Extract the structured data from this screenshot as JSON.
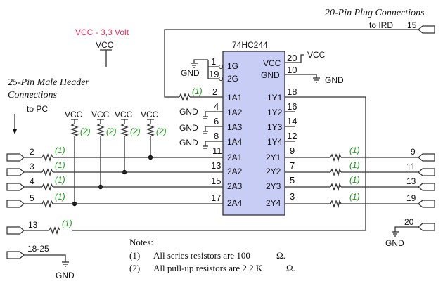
{
  "titles": {
    "plug": "20-Pin Plug Connections",
    "to_ird": "to IRD",
    "header_line1": "25-Pin Male Header",
    "header_line2": "Connections",
    "to_pc": "to PC",
    "supply": "VCC - 3,3 Volt",
    "supply_vcc": "VCC"
  },
  "chip": {
    "name": "74HC244",
    "left_pins": [
      {
        "num": "1",
        "label": "1G"
      },
      {
        "num": "19",
        "label": "2G"
      },
      {
        "num": "2",
        "label": "1A1"
      },
      {
        "num": "4",
        "label": "1A2"
      },
      {
        "num": "6",
        "label": "1A3"
      },
      {
        "num": "8",
        "label": "1A4"
      },
      {
        "num": "11",
        "label": "2A1"
      },
      {
        "num": "13",
        "label": "2A2"
      },
      {
        "num": "15",
        "label": "2A3"
      },
      {
        "num": "17",
        "label": "2A4"
      }
    ],
    "right_pins": [
      {
        "num": "20",
        "label": "VCC"
      },
      {
        "num": "10",
        "label": "GND"
      },
      {
        "num": "18",
        "label": "1Y1"
      },
      {
        "num": "16",
        "label": "1Y2"
      },
      {
        "num": "14",
        "label": "1Y3"
      },
      {
        "num": "12",
        "label": "1Y4"
      },
      {
        "num": "9",
        "label": "2Y1"
      },
      {
        "num": "7",
        "label": "2Y2"
      },
      {
        "num": "5",
        "label": "2Y3"
      },
      {
        "num": "3",
        "label": "2Y4"
      }
    ],
    "vcc_label": "VCC",
    "gnd_label": "GND"
  },
  "pc_connector": {
    "pins": [
      "2",
      "3",
      "4",
      "5",
      "13",
      "18-25"
    ],
    "gnd": "GND"
  },
  "ird_connector": {
    "pins": [
      "15",
      "9",
      "11",
      "13",
      "19",
      "20"
    ],
    "gnd": "GND"
  },
  "pullups": {
    "vcc": "VCC",
    "tag": "(2)"
  },
  "series_tag": "(1)",
  "gnd_label": "GND",
  "notes": {
    "title": "Notes:",
    "items": [
      {
        "num": "(1)",
        "text": "All series resistors are 100",
        "unit": "Ω."
      },
      {
        "num": "(2)",
        "text": "All pull-up resistors are 2.2 K",
        "unit": "Ω."
      }
    ]
  }
}
